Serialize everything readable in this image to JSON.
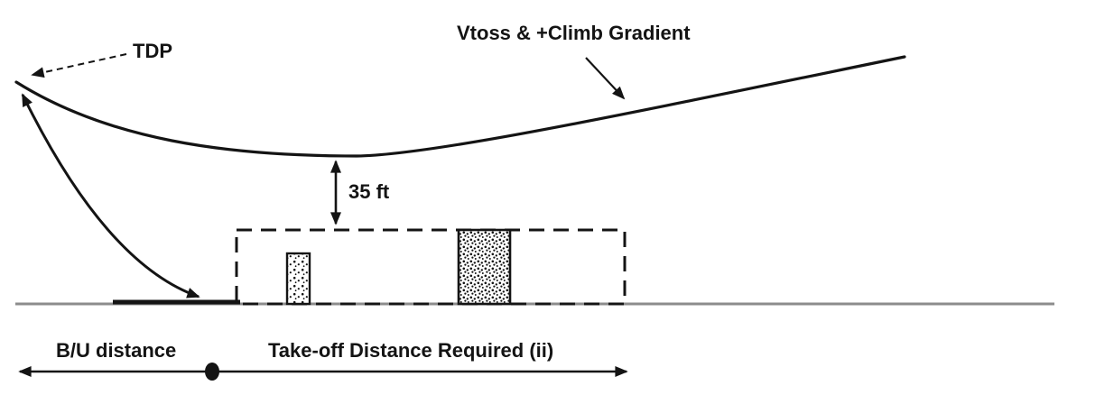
{
  "diagram": {
    "labels": {
      "tdp": "TDP",
      "climb_gradient": "Vtoss & +Climb Gradient",
      "clearance_height": "35 ft",
      "backup_distance": "B/U distance",
      "takeoff_distance": "Take-off Distance Required (ii)"
    },
    "colors": {
      "ink": "#141414",
      "ground_line": "#8c8c8c",
      "background": "#ffffff"
    }
  }
}
